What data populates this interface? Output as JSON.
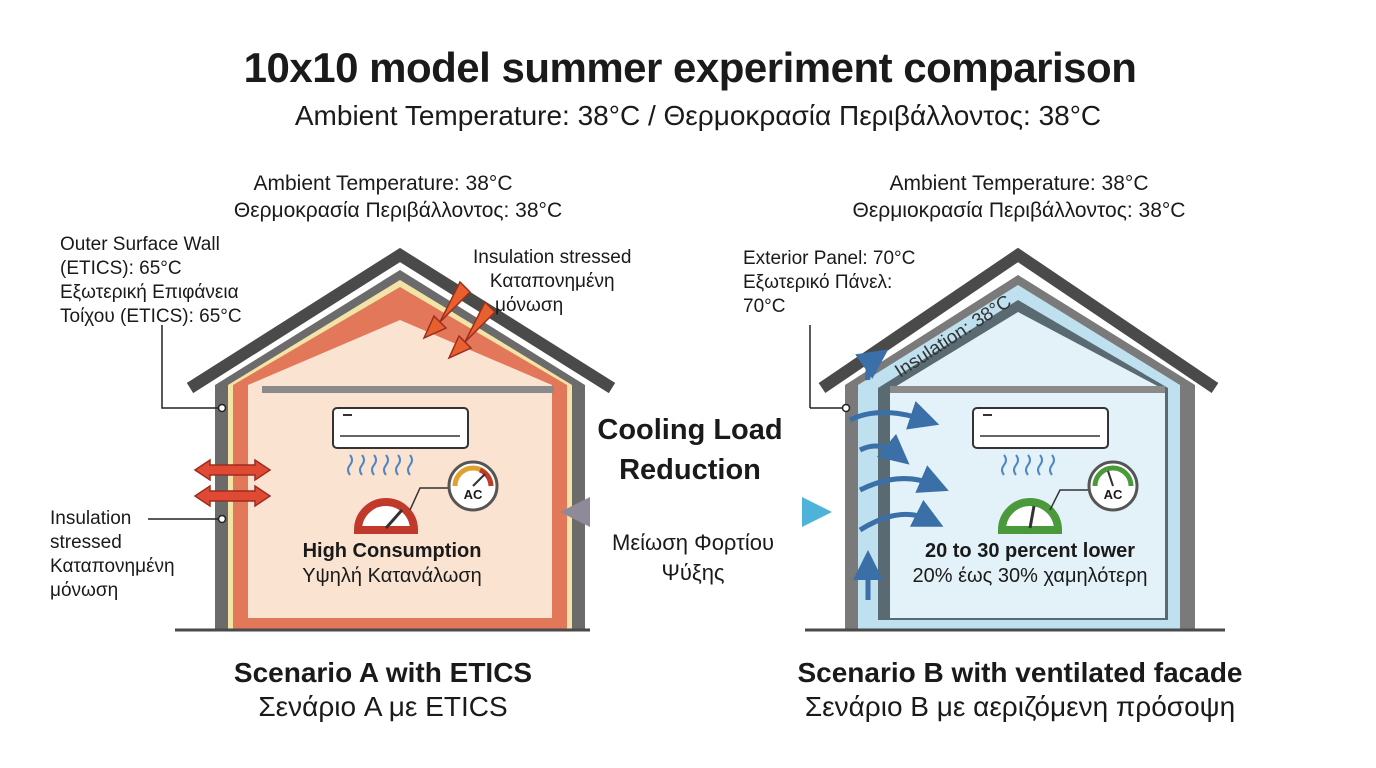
{
  "header": {
    "title": "10x10 model summer experiment comparison",
    "subtitle": "Ambient Temperature: 38°C / Θερμοκρασία Περιβάλλοντος: 38°C"
  },
  "scenario_a": {
    "ambient_en": "Ambient Temperature: 38°C",
    "ambient_gr": "Θερμοκρασία Περιβάλλοντος: 38°C",
    "outer_wall_label": [
      "Outer Surface Wall",
      "(ETICS): 65°C",
      "Εξωτερική Επιφάνεια",
      "Τοίχου (ETICS): 65°C"
    ],
    "roof_insulation_label": [
      "Insulation stressed",
      "Καταπονημένη",
      "μόνωση"
    ],
    "wall_insulation_label": [
      "Insulation",
      "stressed",
      "Καταπονημένη",
      "μόνωση"
    ],
    "gauge_label": "AC",
    "consumption_en": "High Consumption",
    "consumption_gr": "Υψηλή Κατανάλωση",
    "caption_en": "Scenario A with ETICS",
    "caption_gr": "Σενάριο A με ETICS",
    "colors": {
      "insulation": "#e2775a",
      "interior": "#fbe3d2",
      "arrow": "#e04a35"
    }
  },
  "scenario_b": {
    "ambient_en": "Ambient Temperature: 38°C",
    "ambient_gr": "Θερμιοκρασία Περιβάλλοντος: 38°C",
    "panel_label": [
      "Exterior Panel: 70°C",
      "Εξωτερικό Πάνελ:",
      "70°C"
    ],
    "insulation_label": "Insulation: 38°C",
    "gauge_label": "AC",
    "consumption_en": "20 to 30 percent lower",
    "consumption_gr": "20% έως 30% χαμηλότερη",
    "caption_en": "Scenario B with ventilated facade",
    "caption_gr": "Σενάριο B με αεριζόμενη πρόσοψη",
    "colors": {
      "cavity": "#bfe0ee",
      "interior": "#e3f1f8",
      "arrow": "#4f8fc8"
    }
  },
  "comparison": {
    "title_line1": "Cooling Load",
    "title_line2": "Reduction",
    "gr_line1": "Μείωση Φορτίου",
    "gr_line2": "Ψύξης"
  }
}
